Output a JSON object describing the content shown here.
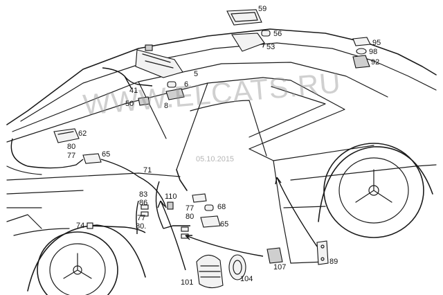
{
  "watermark": {
    "site": "WWW.ELCATS.RU",
    "date": "05.10.2015"
  },
  "callouts": [
    "59",
    "56",
    "53",
    "95",
    "98",
    "92",
    "5",
    "6",
    "41",
    "8",
    "50",
    "62",
    "80",
    "77",
    "65",
    "71",
    "83",
    "86",
    "110",
    "77",
    "80",
    "68",
    "65",
    "74",
    "80.",
    "107",
    "89",
    "101",
    "104",
    "77"
  ]
}
